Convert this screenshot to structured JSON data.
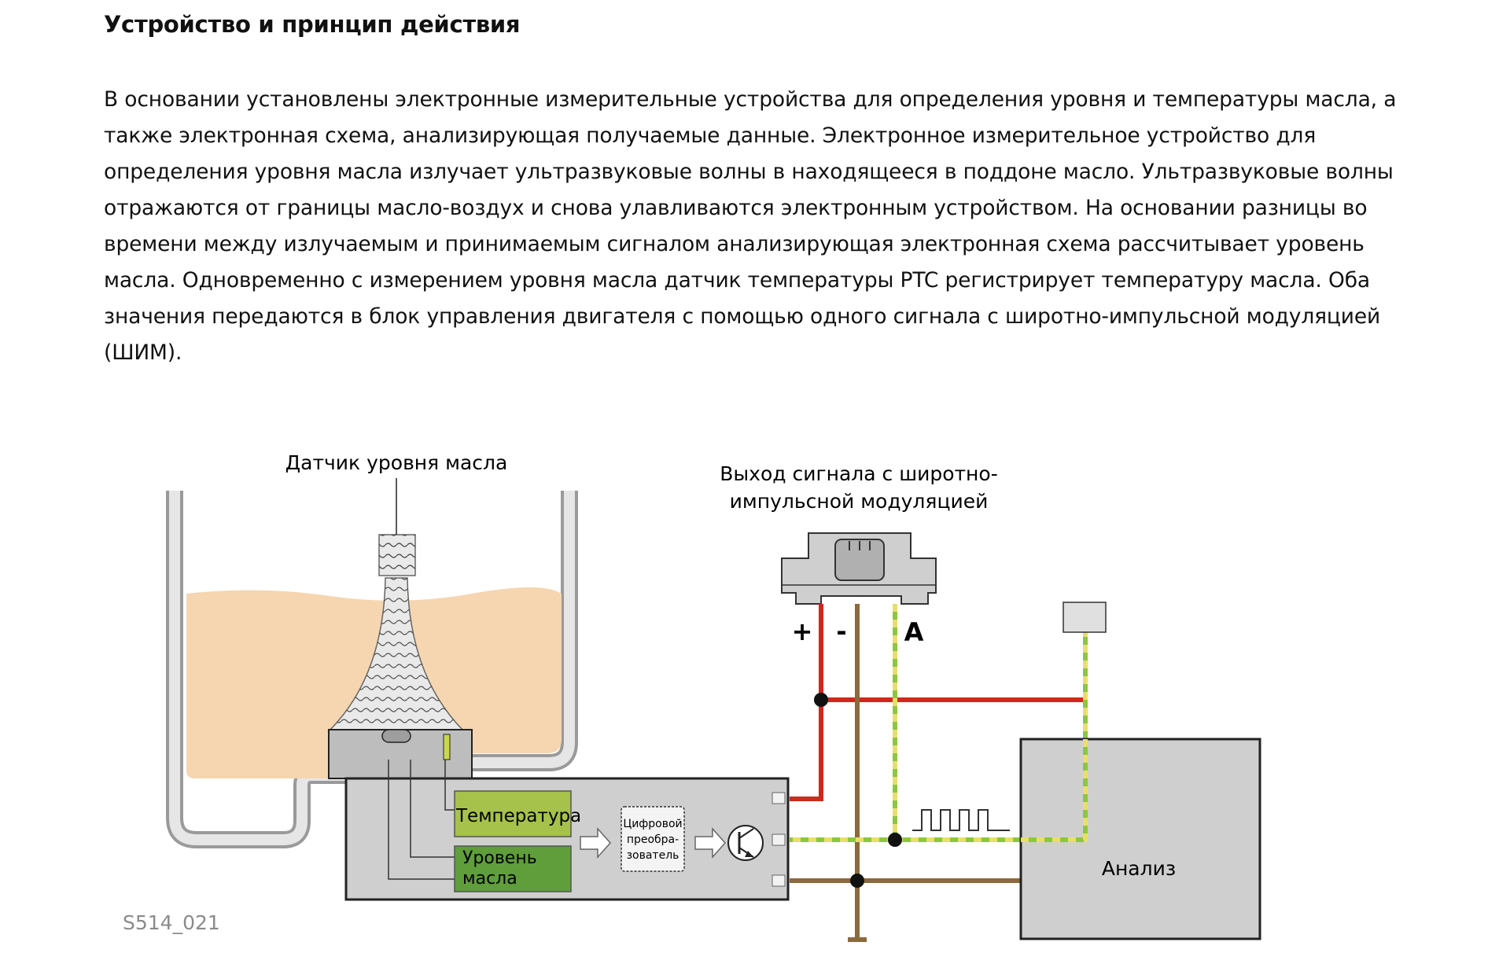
{
  "document": {
    "heading": "Устройство и принцип действия",
    "paragraph": "В основании установлены электронные измерительные устройства для определения уровня и температуры масла, а также электронная схема, анализирующая получаемые данные. Электронное измерительное устройство для определения уровня масла излучает ультразвуковые волны в находящееся в поддоне масло. Ультразвуковые волны отражаются от границы масло-воздух и снова улавливаются электронным устройством. На основании разницы во времени между излучаемым и принимаемым сигналом анализирующая электронная схема рассчитывает уровень масла. Одновременно с измерением уровня масла датчик температуры PTC регистрирует температуру масла. Оба значения передаются в блок управления двигателя с помощью одного сигнала с широтно-импульсной модуляцией (ШИМ)."
  },
  "figure": {
    "sensor_label": "Датчик уровня масла",
    "output_label_line1": "Выход сигнала с широтно-",
    "output_label_line2": "импульсной модуляцией",
    "pin_plus": "+",
    "pin_minus": "-",
    "pin_a": "A",
    "temperature_label": "Температура",
    "level_label_line1": "Уровень",
    "level_label_line2": "масла",
    "converter_line1": "Цифровой",
    "converter_line2": "преобра-",
    "converter_line3": "зователь",
    "analysis_label": "Анализ",
    "figure_code": "S514_021",
    "colors": {
      "oil": "#f5d6b0",
      "housing": "#cfcfcf",
      "green_box": "#a6c24a",
      "dark_green_box": "#5f9e3a",
      "positive_wire": "#cc2a1f",
      "ground_wire": "#8b6a3d",
      "signal_wire_green": "#8dc63f",
      "signal_wire_yellow": "#e8df6a"
    }
  }
}
